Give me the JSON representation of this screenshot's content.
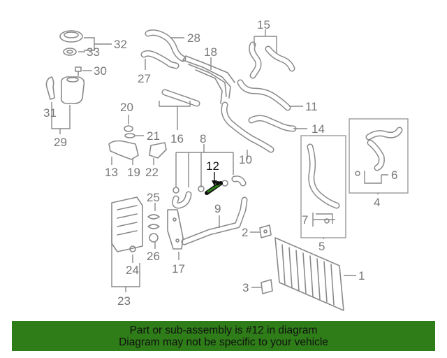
{
  "callouts": {
    "c1": "1",
    "c2": "2",
    "c3": "3",
    "c4": "4",
    "c5": "5",
    "c6": "6",
    "c7": "7",
    "c8": "8",
    "c9": "9",
    "c10": "10",
    "c11": "11",
    "c12": "12",
    "c13": "13",
    "c14": "14",
    "c15": "15",
    "c16": "16",
    "c17": "17",
    "c18": "18",
    "c19": "19",
    "c20": "20",
    "c21": "21",
    "c22": "22",
    "c23": "23",
    "c24": "24",
    "c25": "25",
    "c26": "26",
    "c27": "27",
    "c28": "28",
    "c29": "29",
    "c30": "30",
    "c31": "31",
    "c32": "32",
    "c33": "33"
  },
  "highlight": {
    "part": "12",
    "color": "#111111",
    "part_color": "#2e7d18"
  },
  "banner": {
    "line1": "Part or sub-assembly is #12 in diagram",
    "line2": "Diagram may not be specific to your vehicle",
    "background": "#2e7d18"
  },
  "colors": {
    "line": "#888888",
    "label": "#777777"
  }
}
